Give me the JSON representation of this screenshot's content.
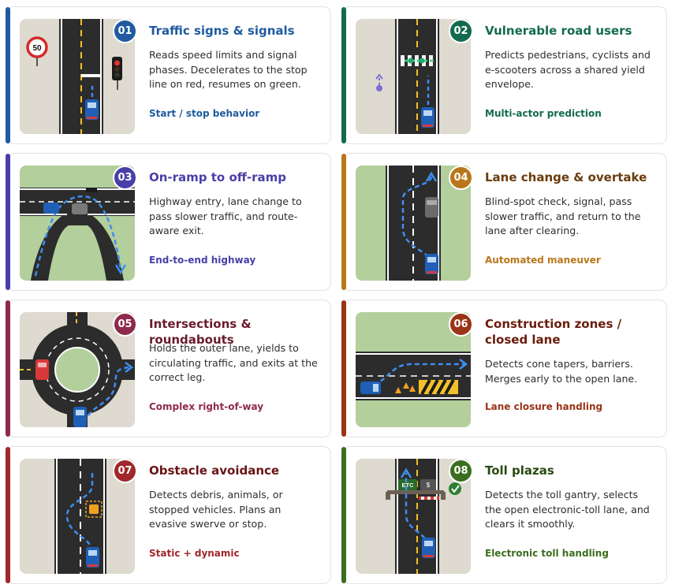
{
  "cards": [
    {
      "num": "01",
      "title": "Traffic signs & signals",
      "desc": "Reads speed limits and signal phases. Decelerates to the stop line on red, resumes on green.",
      "tag": "Start / stop behavior",
      "accent": "#1f5b9e",
      "speed_sign": "50",
      "scene": "traffic-signal"
    },
    {
      "num": "02",
      "title": "Vulnerable road users",
      "desc": "Predicts pedestrians, cyclists and e-scooters across a shared yield envelope.",
      "tag": "Multi-actor prediction",
      "accent": "#136b4f",
      "scene": "crosswalk"
    },
    {
      "num": "03",
      "title": "On-ramp to off-ramp",
      "desc": "Highway entry, lane change to pass slower traffic, and route-aware exit.",
      "tag": "End-to-end highway",
      "accent": "#4a3fa8",
      "scene": "highway-ramp"
    },
    {
      "num": "04",
      "title": "Lane change & overtake",
      "desc": "Blind-spot check, signal, pass slower traffic, and return to the lane after clearing.",
      "tag": "Automated maneuver",
      "accent": "#b9761a",
      "scene": "overtake"
    },
    {
      "num": "05",
      "title": "Intersections & roundabouts",
      "desc": "Holds the outer lane, yields to circulating traffic, and exits at the correct leg.",
      "tag": "Complex right-of-way",
      "accent": "#8e2a4d",
      "scene": "roundabout"
    },
    {
      "num": "06",
      "title": "Construction zones / closed lane",
      "desc": "Detects cone tapers, barriers. Merges early to the open lane.",
      "tag": "Lane closure handling",
      "accent": "#9b3316",
      "scene": "construction"
    },
    {
      "num": "07",
      "title": "Obstacle avoidance",
      "desc": "Detects debris, animals, or stopped vehicles. Plans an evasive swerve or stop.",
      "tag": "Static + dynamic",
      "accent": "#a0272a",
      "scene": "obstacle"
    },
    {
      "num": "08",
      "title": "Toll plazas",
      "desc": "Detects the toll gantry, selects the open electronic-toll lane, and clears it smoothly.",
      "tag": "Electronic toll handling",
      "accent": "#3b6e1f",
      "toll_sign": "ETC",
      "toll_cash": "$",
      "scene": "toll"
    }
  ]
}
